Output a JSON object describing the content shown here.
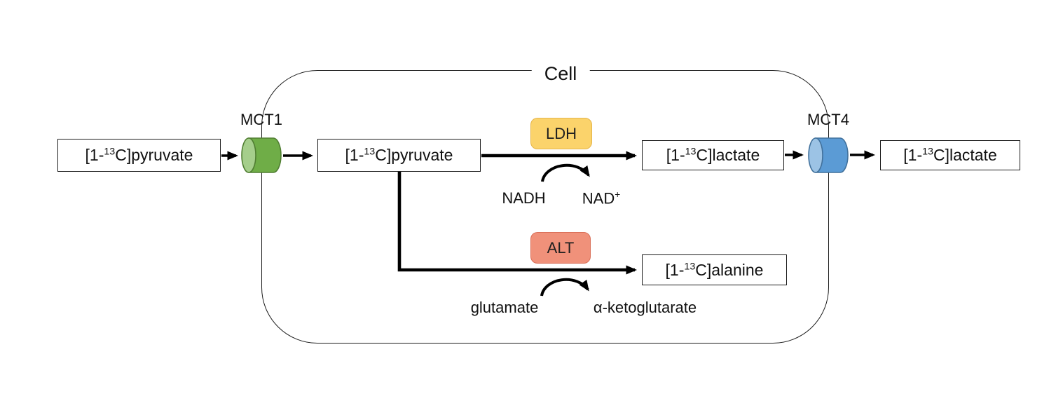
{
  "cell": {
    "label": "Cell"
  },
  "transporters": {
    "mct1": {
      "label": "MCT1",
      "body_color": "#6FAD47",
      "cap_color": "#A5CE8B",
      "stroke_color": "#507E32"
    },
    "mct4": {
      "label": "MCT4",
      "body_color": "#5B9BD5",
      "cap_color": "#9CC3E5",
      "stroke_color": "#41719C"
    }
  },
  "enzymes": {
    "ldh": {
      "label": "LDH",
      "color": "#FBD36B",
      "border_color": "#E5B44A"
    },
    "alt": {
      "label": "ALT",
      "color": "#F0917A",
      "border_color": "#D96F58"
    }
  },
  "metabolites": {
    "pyruvate_extracellular": {
      "pre": "[1-",
      "sup": "13",
      "post": "C]pyruvate"
    },
    "pyruvate_intracellular": {
      "pre": "[1-",
      "sup": "13",
      "post": "C]pyruvate"
    },
    "lactate_intracellular": {
      "pre": "[1-",
      "sup": "13",
      "post": "C]lactate"
    },
    "lactate_extracellular": {
      "pre": "[1-",
      "sup": "13",
      "post": "C]lactate"
    },
    "alanine": {
      "pre": "[1-",
      "sup": "13",
      "post": "C]alanine"
    }
  },
  "cofactors": {
    "nadh": {
      "label": "NADH"
    },
    "nad_plus": {
      "pre": "NAD",
      "sup": "+"
    },
    "glutamate": {
      "label": "glutamate"
    },
    "alpha_ketoglutarate": {
      "label": "α-ketoglutarate"
    }
  },
  "colors": {
    "arrow": "#000000",
    "box_border": "#1c1c1c",
    "background": "#ffffff"
  }
}
